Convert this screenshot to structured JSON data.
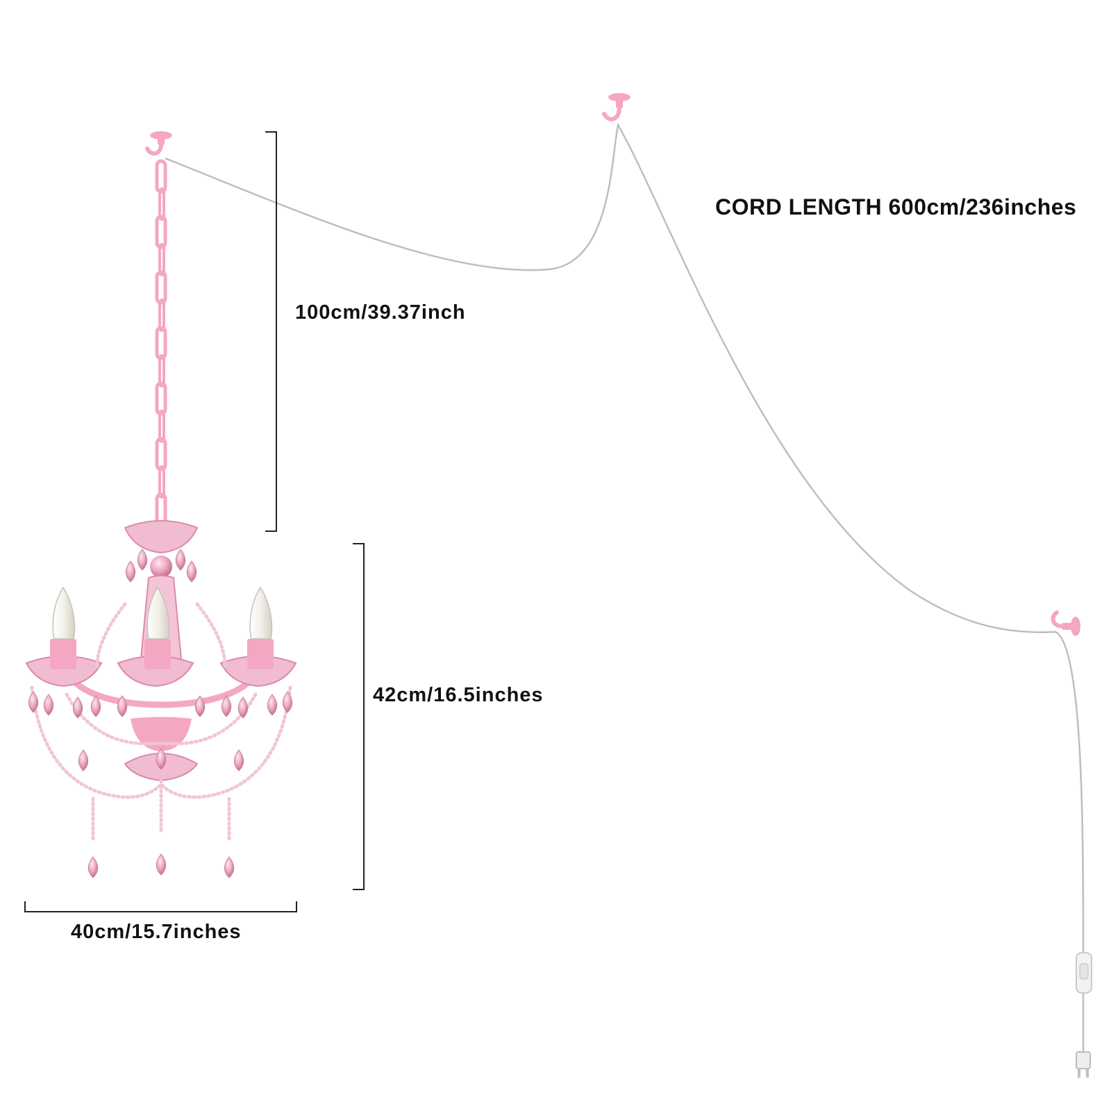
{
  "labels": {
    "cord_length": "CORD LENGTH 600cm/236inches",
    "chain_length": "100cm/39.37inch",
    "chandelier_height": "42cm/16.5inches",
    "chandelier_width": "40cm/15.7inches"
  },
  "colors": {
    "background": "#ffffff",
    "text": "#111111",
    "fixture_pink": "#f4a7c3",
    "crystal_pink": "#e9a3bf",
    "cord": "#d9d9d9",
    "dimension_line": "#222222"
  },
  "icons": {
    "ceiling_hook": "ceiling-hook-icon",
    "chandelier": "pink-crystal-chandelier",
    "plug": "plug-icon",
    "switch": "inline-switch-icon"
  }
}
